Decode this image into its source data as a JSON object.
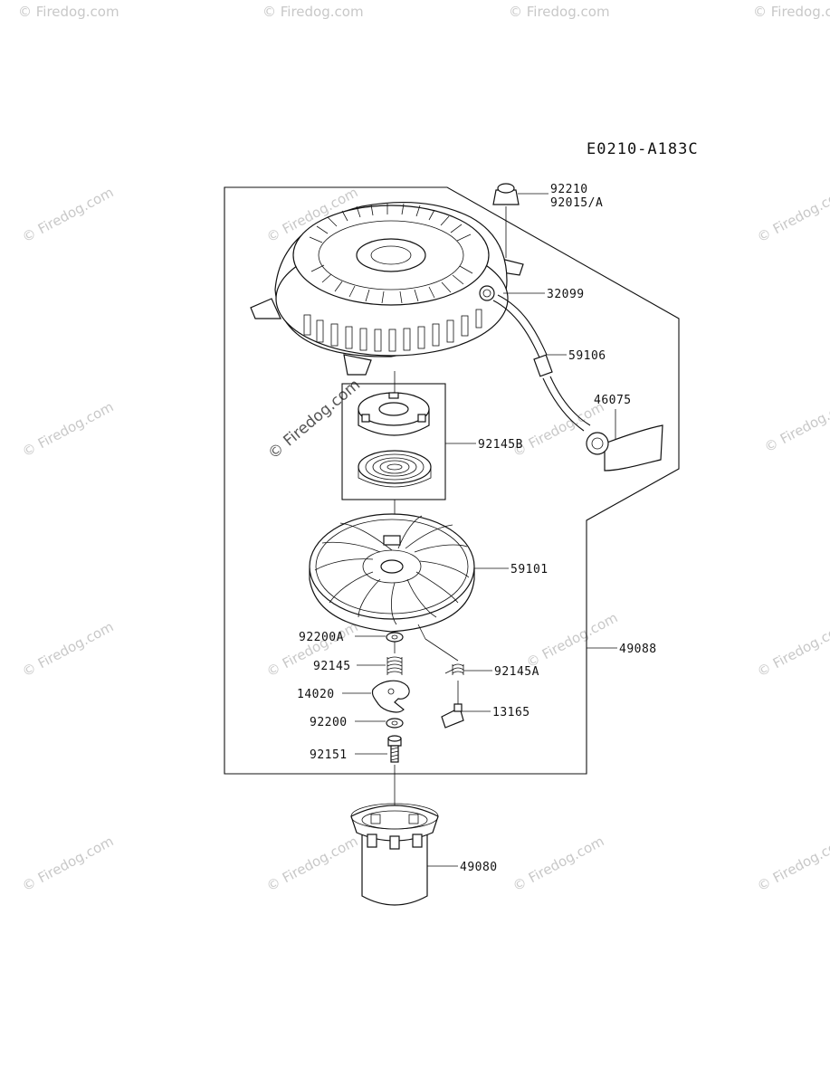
{
  "diagram_code": "E0210-A183C",
  "watermark_text": "© Firedog.com",
  "parts": [
    {
      "id": "p92210",
      "label": "92210"
    },
    {
      "id": "p92015",
      "label": "92015/A"
    },
    {
      "id": "p32099",
      "label": "32099"
    },
    {
      "id": "p59106",
      "label": "59106"
    },
    {
      "id": "p46075",
      "label": "46075"
    },
    {
      "id": "p92145B",
      "label": "92145B"
    },
    {
      "id": "p59101",
      "label": "59101"
    },
    {
      "id": "p92200A",
      "label": "92200A"
    },
    {
      "id": "p49088",
      "label": "49088"
    },
    {
      "id": "p92145",
      "label": "92145"
    },
    {
      "id": "p92145A",
      "label": "92145A"
    },
    {
      "id": "p14020",
      "label": "14020"
    },
    {
      "id": "p13165",
      "label": "13165"
    },
    {
      "id": "p92200",
      "label": "92200"
    },
    {
      "id": "p92151",
      "label": "92151"
    },
    {
      "id": "p49080",
      "label": "49080"
    }
  ]
}
